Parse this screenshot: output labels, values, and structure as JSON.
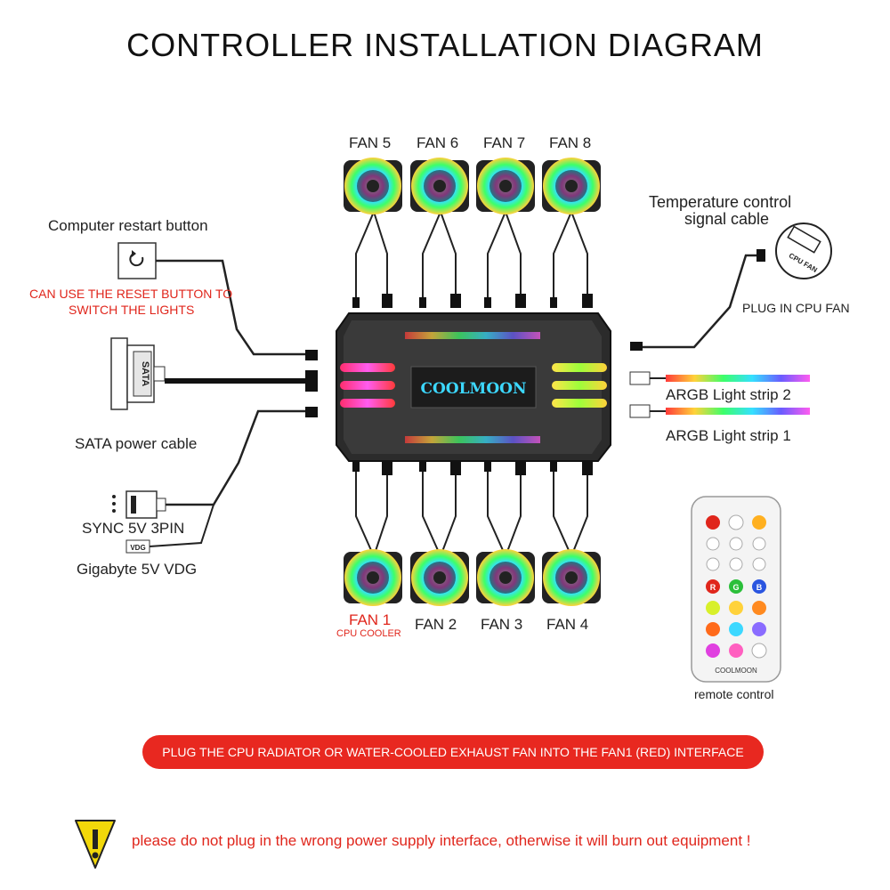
{
  "title": "CONTROLLER INSTALLATION DIAGRAM",
  "fans_top": [
    "FAN 5",
    "FAN 6",
    "FAN 7",
    "FAN 8"
  ],
  "fans_bottom": [
    "FAN 1",
    "FAN 2",
    "FAN 3",
    "FAN 4"
  ],
  "fan1_note": "CPU COOLER",
  "restart": {
    "label": "Computer restart button",
    "note_line1": "CAN USE THE RESET BUTTON TO",
    "note_line2": "SWITCH THE LIGHTS"
  },
  "sata": {
    "label": "SATA power cable",
    "connector_text": "SATA"
  },
  "sync": {
    "label": "SYNC 5V 3PIN",
    "vdg_label": "Gigabyte 5V VDG",
    "vdg_text": "VDG"
  },
  "temperature": {
    "line1": "Temperature control",
    "line2": "signal cable",
    "plug": "PLUG IN CPU FAN",
    "icon_text": "CPU FAN"
  },
  "strips": [
    "ARGB Light strip 2",
    "ARGB Light strip 1"
  ],
  "hub_logo": "COOLMOON",
  "remote": {
    "label": "remote control",
    "brand": "COOLMOON",
    "buttons": [
      "R",
      "G",
      "B"
    ]
  },
  "banner": "PLUG THE CPU RADIATOR OR WATER-COOLED EXHAUST FAN INTO THE FAN1 (RED) INTERFACE",
  "warning": "please do not plug in the wrong power supply interface, otherwise it will burn out equipment !",
  "colors": {
    "fan1": "#e0261c",
    "banner": "#e82820",
    "warning_triangle": "#f2d80a",
    "hub": "#2b2b2b"
  }
}
